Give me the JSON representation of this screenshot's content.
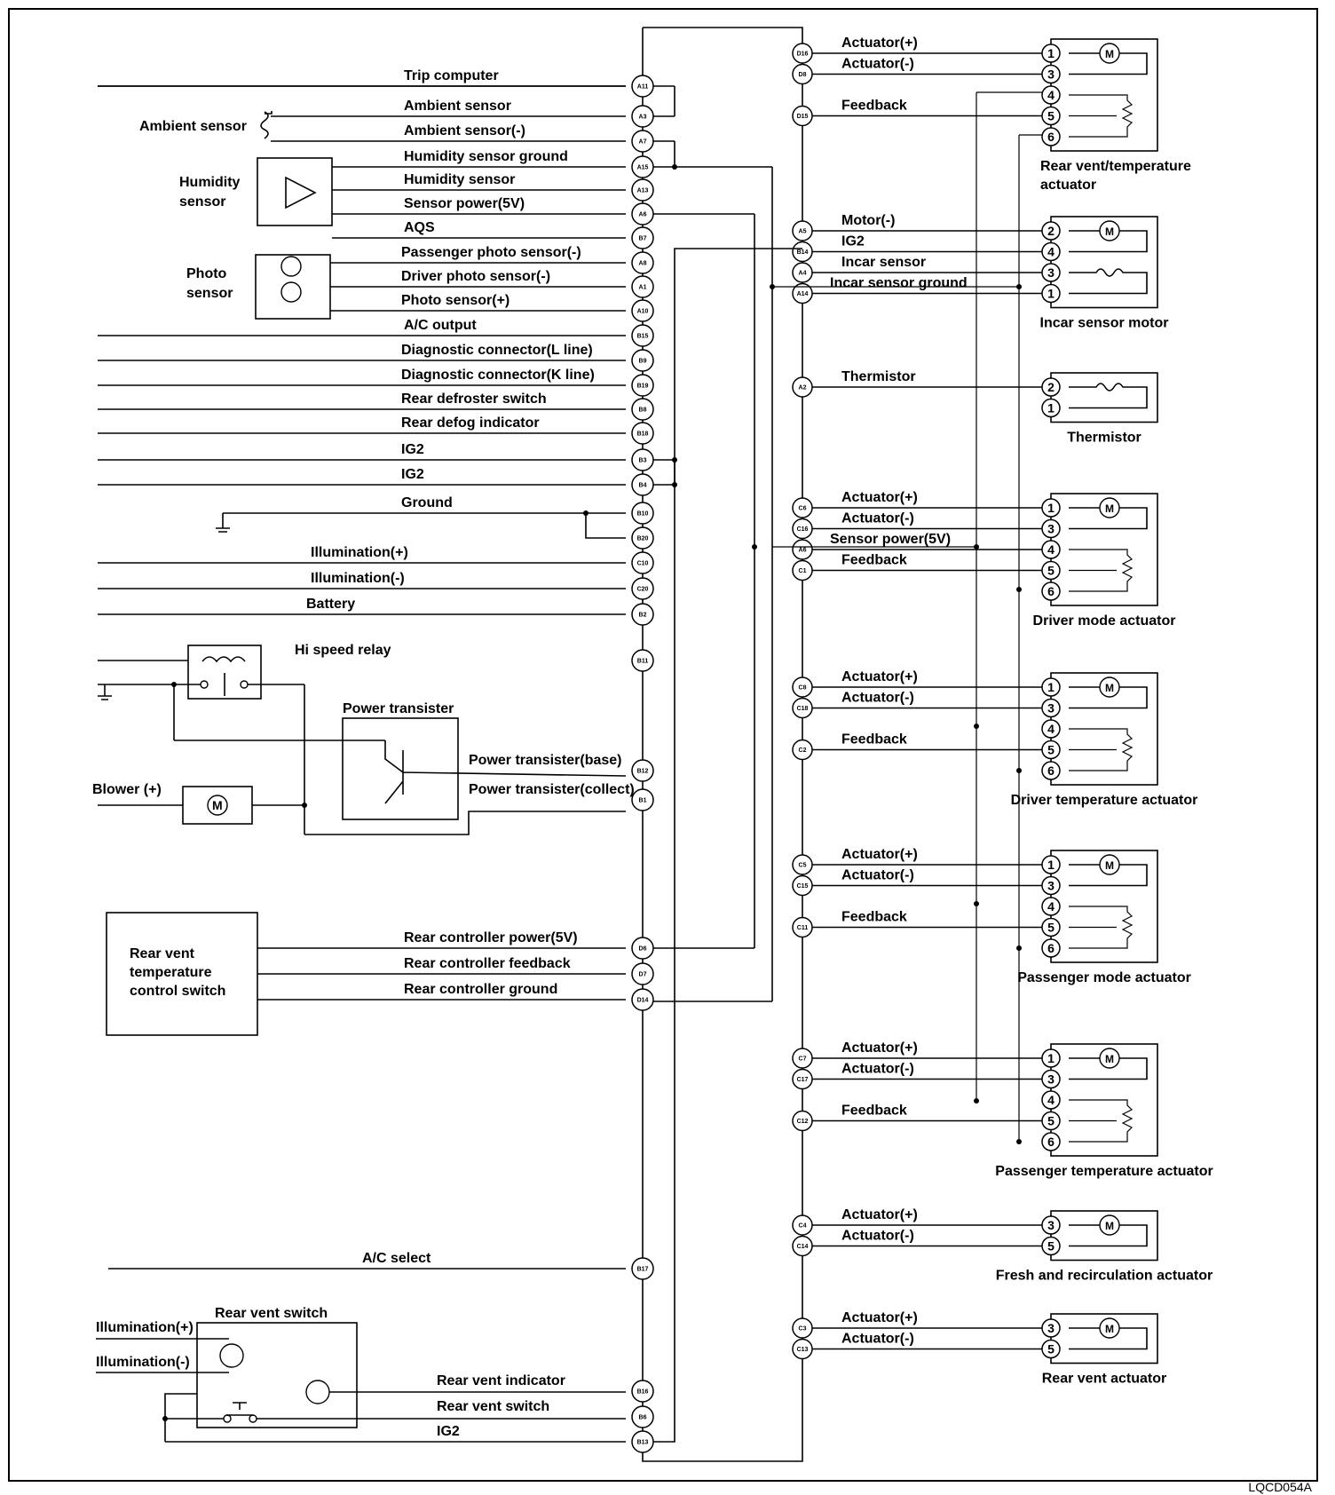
{
  "figure_code": "LQCD054A",
  "left_pins": [
    {
      "pin": "A11",
      "label": "Trip computer"
    },
    {
      "pin": "A3",
      "label": "Ambient sensor"
    },
    {
      "pin": "A7",
      "label": "Ambient sensor(-)"
    },
    {
      "pin": "A15",
      "label": "Humidity sensor ground"
    },
    {
      "pin": "A13",
      "label": "Humidity sensor"
    },
    {
      "pin": "A6",
      "label": "Sensor power(5V)"
    },
    {
      "pin": "B7",
      "label": "AQS"
    },
    {
      "pin": "A8",
      "label": "Passenger photo sensor(-)"
    },
    {
      "pin": "A1",
      "label": "Driver photo sensor(-)"
    },
    {
      "pin": "A10",
      "label": "Photo sensor(+)"
    },
    {
      "pin": "B15",
      "label": "A/C output"
    },
    {
      "pin": "B9",
      "label": "Diagnostic connector(L line)"
    },
    {
      "pin": "B19",
      "label": "Diagnostic connector(K line)"
    },
    {
      "pin": "B8",
      "label": "Rear defroster switch"
    },
    {
      "pin": "B18",
      "label": "Rear defog indicator"
    },
    {
      "pin": "B3",
      "label": "IG2"
    },
    {
      "pin": "B4",
      "label": "IG2"
    },
    {
      "pin": "B10",
      "label": "Ground"
    },
    {
      "pin": "B20",
      "label": ""
    },
    {
      "pin": "C10",
      "label": "Illumination(+)"
    },
    {
      "pin": "C20",
      "label": "Illumination(-)"
    },
    {
      "pin": "B2",
      "label": "Battery"
    },
    {
      "pin": "B11",
      "label": "Hi speed relay"
    },
    {
      "pin": "B12",
      "label": "Power transister(base)"
    },
    {
      "pin": "B1",
      "label": "Power transister(collect)"
    },
    {
      "pin": "D6",
      "label": "Rear controller power(5V)"
    },
    {
      "pin": "D7",
      "label": "Rear controller feedback"
    },
    {
      "pin": "D14",
      "label": "Rear controller ground"
    },
    {
      "pin": "B17",
      "label": "A/C select"
    },
    {
      "pin": "B16",
      "label": "Rear vent indicator"
    },
    {
      "pin": "B6",
      "label": "Rear vent switch"
    },
    {
      "pin": "B13",
      "label": "IG2"
    }
  ],
  "left_components": {
    "ambient_sensor": "Ambient sensor",
    "humidity_sensor": [
      "Humidity",
      "sensor"
    ],
    "photo_sensor": [
      "Photo",
      "sensor"
    ],
    "power_transister": "Power transister",
    "blower": "Blower (+)",
    "rear_vent_temp_switch": [
      "Rear vent",
      "temperature",
      "control switch"
    ],
    "rear_vent_switch": "Rear vent switch",
    "rvs_illum_plus": "Illumination(+)",
    "rvs_illum_minus": "Illumination(-)",
    "motor_symbol": "M"
  },
  "right_groups": [
    {
      "name": "Rear vent/temperature actuator",
      "name_lines": [
        "Rear vent/temperature",
        "actuator"
      ],
      "pins": [
        {
          "pin": "D16",
          "label": "Actuator(+)"
        },
        {
          "pin": "D8",
          "label": "Actuator(-)"
        },
        {
          "pin": "D15",
          "label": "Feedback"
        }
      ],
      "terminals": [
        "1",
        "3",
        "4",
        "5",
        "6"
      ]
    },
    {
      "name": "Incar sensor motor",
      "name_lines": [
        "Incar sensor motor"
      ],
      "pins": [
        {
          "pin": "A5",
          "label": "Motor(-)"
        },
        {
          "pin": "B14",
          "label": "IG2"
        },
        {
          "pin": "A4",
          "label": "Incar sensor"
        },
        {
          "pin": "A14",
          "label": "Incar sensor ground"
        }
      ],
      "terminals": [
        "2",
        "4",
        "3",
        "1"
      ]
    },
    {
      "name": "Thermistor",
      "name_lines": [
        "Thermistor"
      ],
      "pins": [
        {
          "pin": "A2",
          "label": "Thermistor"
        }
      ],
      "terminals": [
        "2",
        "1"
      ]
    },
    {
      "name": "Driver mode actuator",
      "name_lines": [
        "Driver mode actuator"
      ],
      "pins": [
        {
          "pin": "C6",
          "label": "Actuator(+)"
        },
        {
          "pin": "C16",
          "label": "Actuator(-)"
        },
        {
          "pin": "A6",
          "label": "Sensor power(5V)"
        },
        {
          "pin": "C1",
          "label": "Feedback"
        }
      ],
      "terminals": [
        "1",
        "3",
        "4",
        "5",
        "6"
      ]
    },
    {
      "name": "Driver temperature actuator",
      "name_lines": [
        "Driver temperature actuator"
      ],
      "pins": [
        {
          "pin": "C8",
          "label": "Actuator(+)"
        },
        {
          "pin": "C18",
          "label": "Actuator(-)"
        },
        {
          "pin": "C2",
          "label": "Feedback"
        }
      ],
      "terminals": [
        "1",
        "3",
        "4",
        "5",
        "6"
      ]
    },
    {
      "name": "Passenger mode actuator",
      "name_lines": [
        "Passenger mode actuator"
      ],
      "pins": [
        {
          "pin": "C5",
          "label": "Actuator(+)"
        },
        {
          "pin": "C15",
          "label": "Actuator(-)"
        },
        {
          "pin": "C11",
          "label": "Feedback"
        }
      ],
      "terminals": [
        "1",
        "3",
        "4",
        "5",
        "6"
      ]
    },
    {
      "name": "Passenger temperature actuator",
      "name_lines": [
        "Passenger temperature actuator"
      ],
      "pins": [
        {
          "pin": "C7",
          "label": "Actuator(+)"
        },
        {
          "pin": "C17",
          "label": "Actuator(-)"
        },
        {
          "pin": "C12",
          "label": "Feedback"
        }
      ],
      "terminals": [
        "1",
        "3",
        "4",
        "5",
        "6"
      ]
    },
    {
      "name": "Fresh and recirculation actuator",
      "name_lines": [
        "Fresh and recirculation actuator"
      ],
      "pins": [
        {
          "pin": "C4",
          "label": "Actuator(+)"
        },
        {
          "pin": "C14",
          "label": "Actuator(-)"
        }
      ],
      "terminals": [
        "3",
        "5"
      ]
    },
    {
      "name": "Rear vent actuator",
      "name_lines": [
        "Rear vent actuator"
      ],
      "pins": [
        {
          "pin": "C3",
          "label": "Actuator(+)"
        },
        {
          "pin": "C13",
          "label": "Actuator(-)"
        }
      ],
      "terminals": [
        "3",
        "5"
      ]
    }
  ]
}
